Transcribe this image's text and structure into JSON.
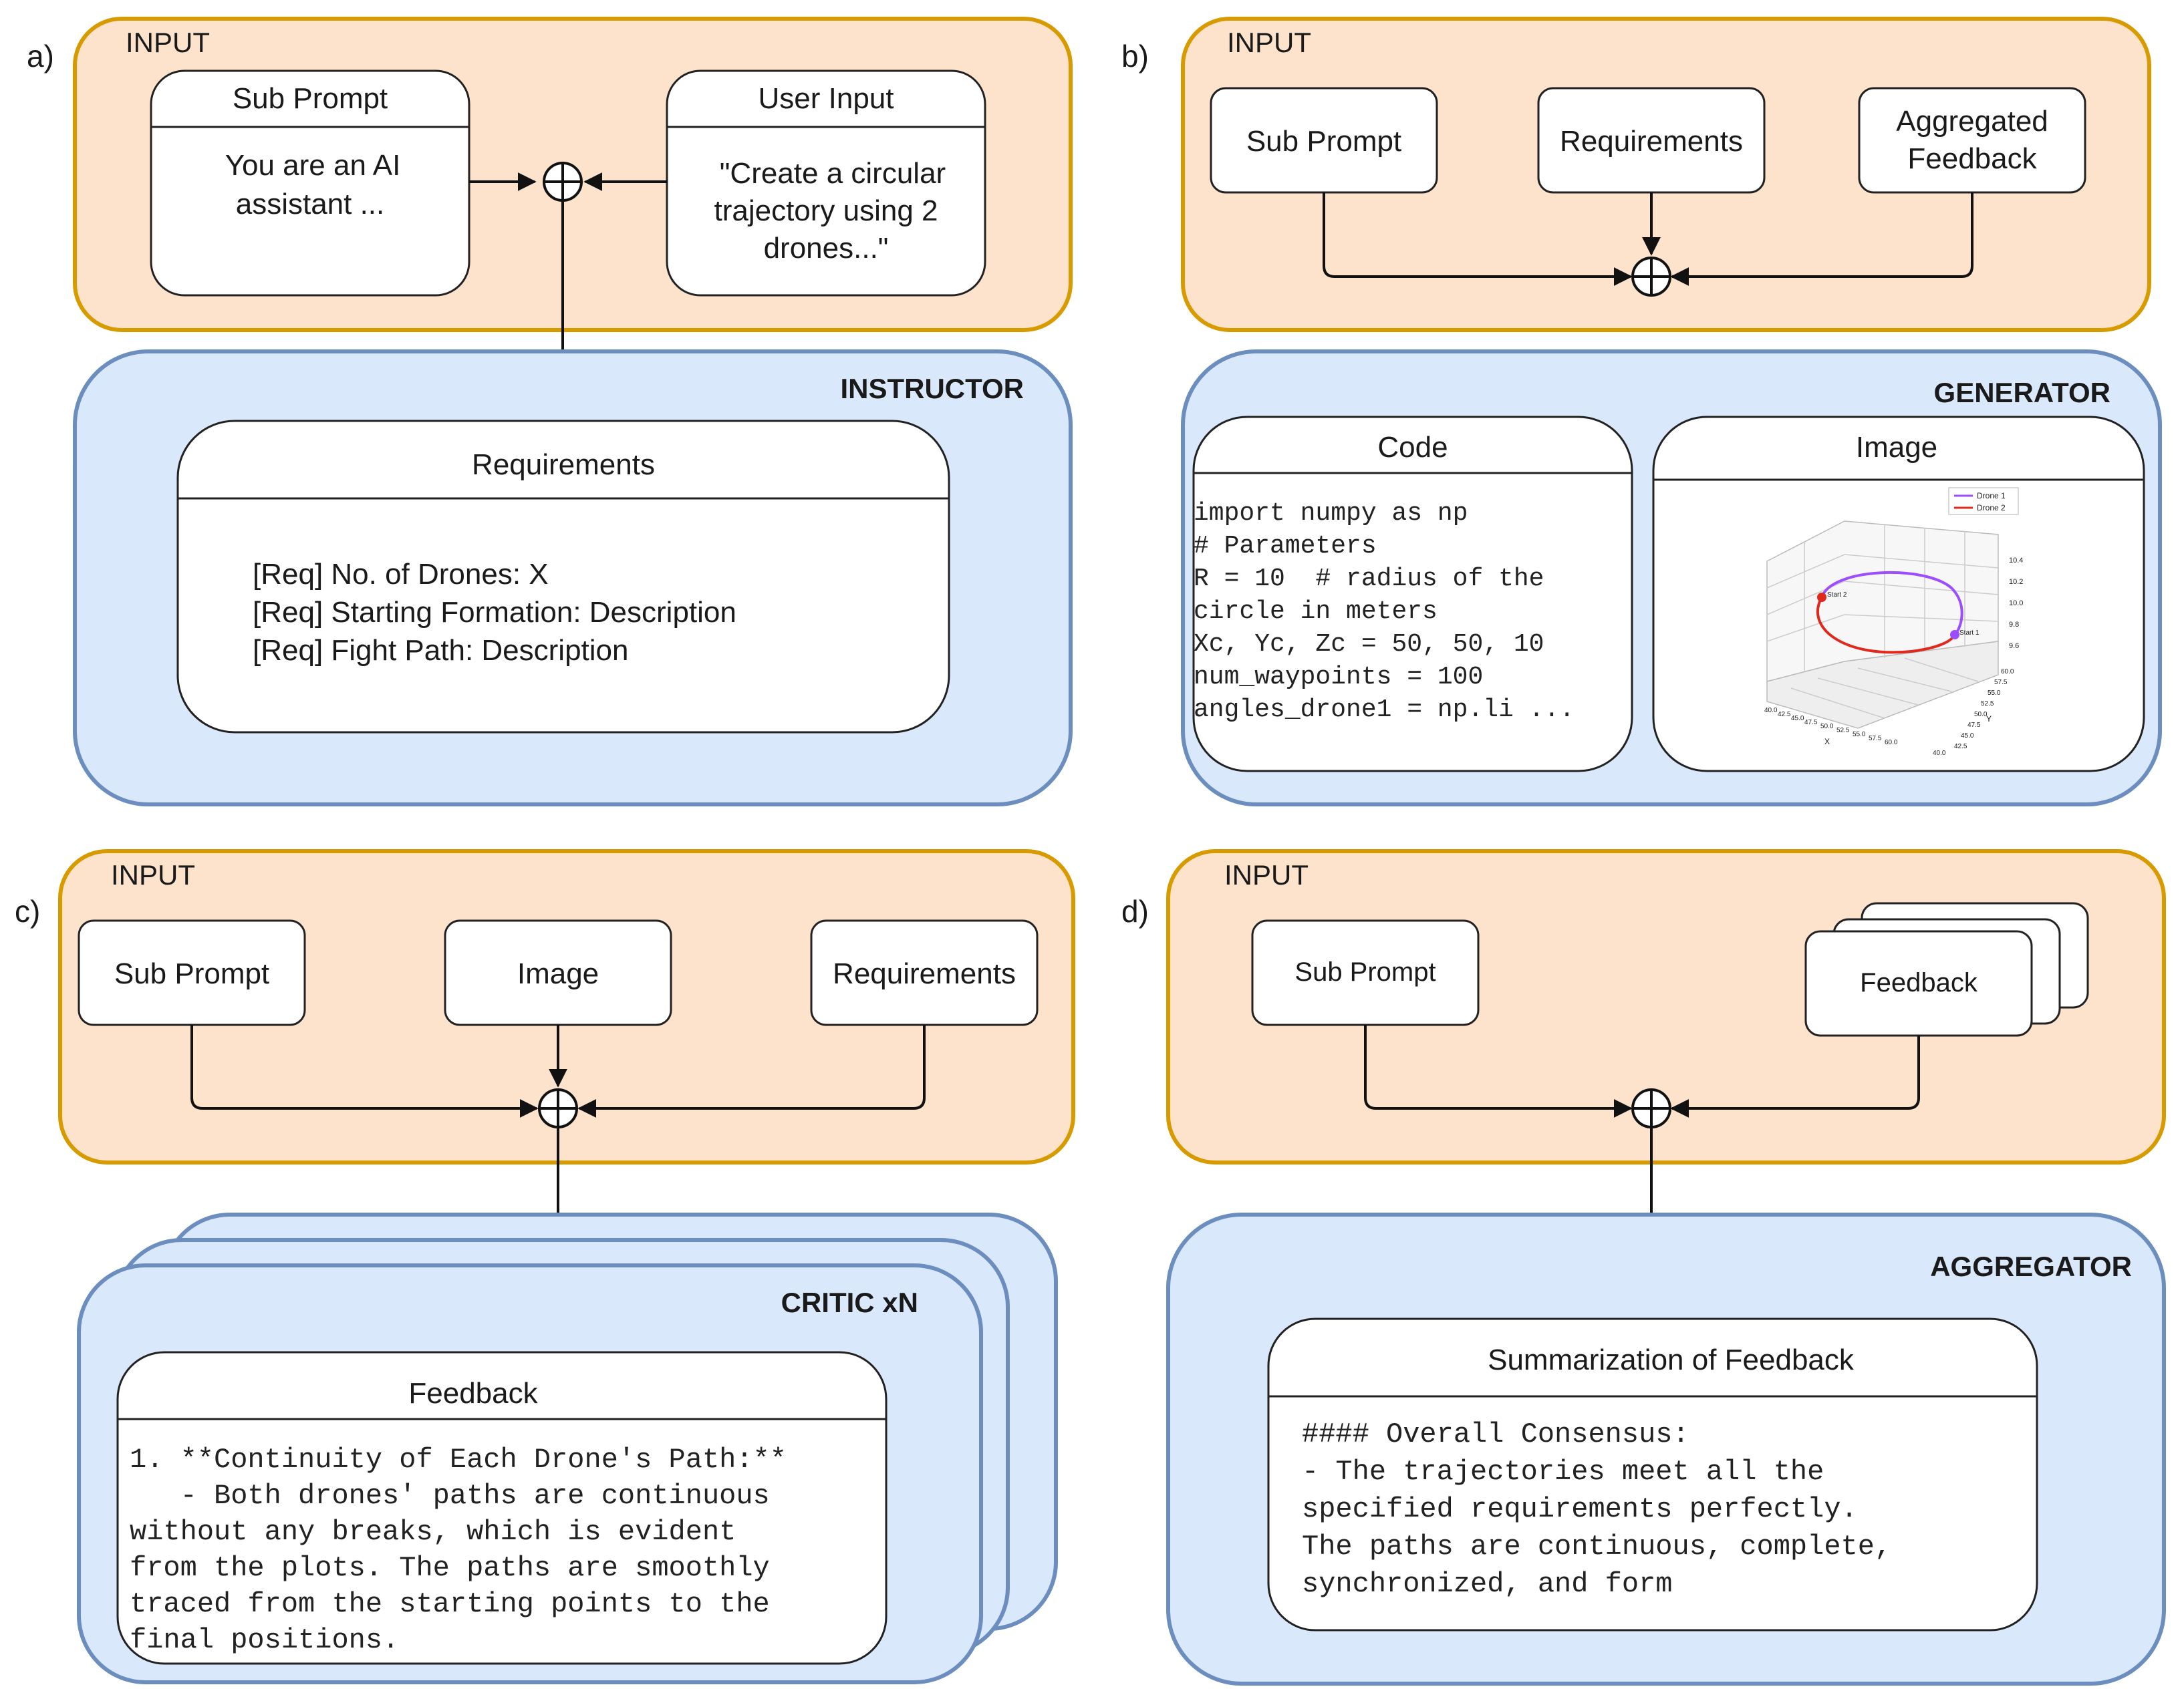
{
  "panel_a": {
    "tag": "a)",
    "input_label": "INPUT",
    "sub_prompt": {
      "title": "Sub Prompt",
      "body": [
        "You are an AI",
        "assistant ..."
      ]
    },
    "user_input": {
      "title": "User Input",
      "body": [
        "\"Create a circular",
        "trajectory using 2",
        "drones...\""
      ]
    },
    "agent_label": "INSTRUCTOR",
    "requirements": {
      "title": "Requirements",
      "lines": [
        "[Req] No. of Drones: X",
        "[Req] Starting Formation: Description",
        "[Req] Fight Path: Description"
      ]
    }
  },
  "panel_b": {
    "tag": "b)",
    "input_label": "INPUT",
    "inputs": [
      "Sub Prompt",
      "Requirements",
      [
        "Aggregated",
        "Feedback"
      ]
    ],
    "agent_label": "GENERATOR",
    "code": {
      "title": "Code",
      "lines": [
        "import numpy as np",
        "# Parameters",
        "R = 10  # radius of the",
        "circle in meters",
        "Xc, Yc, Zc = 50, 50, 10",
        "num_waypoints = 100",
        "angles_drone1 = np.li ..."
      ]
    },
    "image": {
      "title": "Image",
      "legend": [
        "Drone 1",
        "Drone 2"
      ],
      "z_ticks": [
        "10.4",
        "10.2",
        "10.0",
        "9.8",
        "9.6"
      ],
      "x_ticks": [
        "40.0",
        "42.5",
        "45.0",
        "47.5",
        "50.0",
        "52.5",
        "55.0",
        "57.5",
        "60.0"
      ],
      "y_ticks": [
        "60.0",
        "57.5",
        "55.0",
        "52.5",
        "50.0",
        "47.5",
        "45.0",
        "42.5",
        "40.0"
      ],
      "x_label": "X",
      "y_label": "Y",
      "start_labels": [
        "Start 2",
        "Start 1"
      ],
      "colors": {
        "drone1": "#9b4dff",
        "drone2": "#e0281c"
      }
    }
  },
  "panel_c": {
    "tag": "c)",
    "input_label": "INPUT",
    "inputs": [
      "Sub Prompt",
      "Image",
      "Requirements"
    ],
    "agent_label": "CRITIC xN",
    "feedback": {
      "title": "Feedback",
      "lines": [
        "1. **Continuity of Each Drone's Path:**",
        "   - Both drones' paths are continuous",
        "without any breaks, which is evident",
        "from the plots. The paths are smoothly",
        "traced from the starting points to the",
        "final positions."
      ]
    }
  },
  "panel_d": {
    "tag": "d)",
    "input_label": "INPUT",
    "sub_prompt": "Sub Prompt",
    "feedback": "Feedback",
    "agent_label": "AGGREGATOR",
    "summary": {
      "title": "Summarization of Feedback",
      "lines": [
        "#### Overall Consensus:",
        "- The trajectories meet all the",
        "specified requirements perfectly.",
        "The paths are continuous, complete,",
        "synchronized, and form"
      ]
    }
  },
  "colors": {
    "input_fill": "#fde3cc",
    "input_stroke": "#d79b00",
    "agent_fill": "#dae8fc",
    "agent_stroke": "#6c8ebf"
  }
}
